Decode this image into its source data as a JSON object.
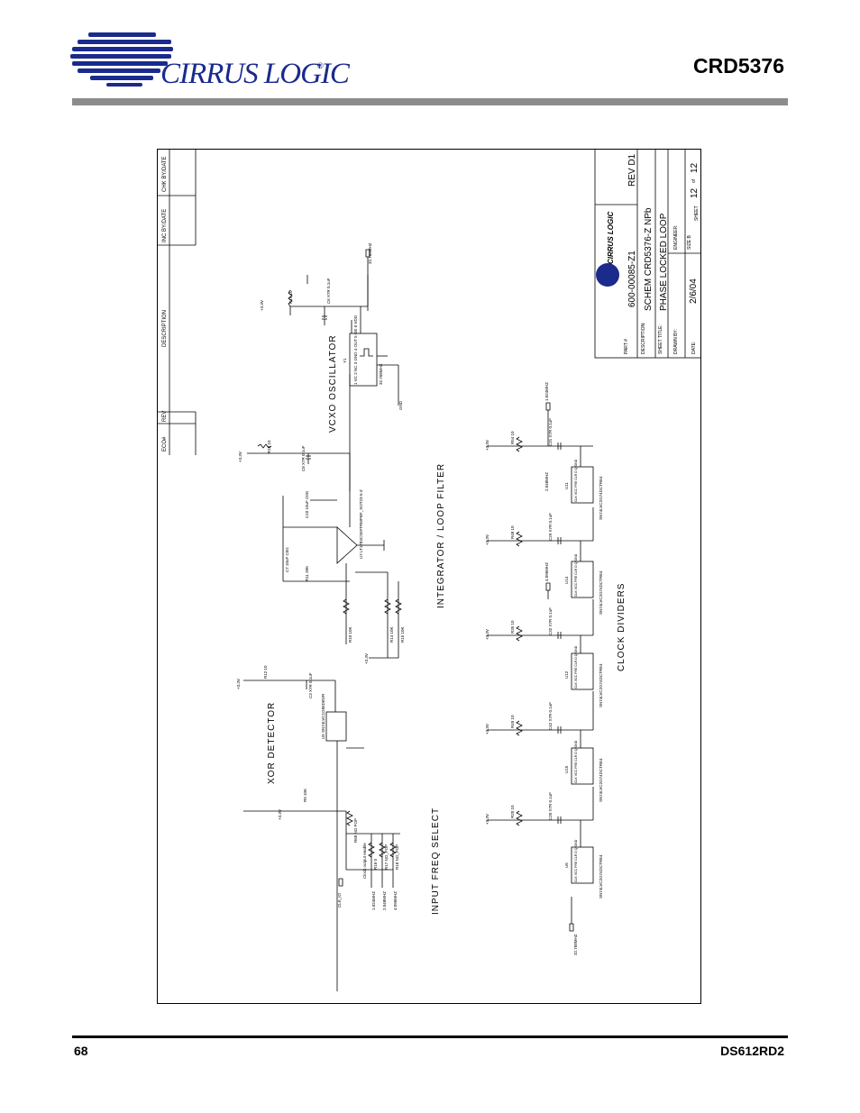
{
  "header": {
    "logo_text": "CIRRUS LOGIC",
    "logo_reg": "®",
    "doc_title": "CRD5376"
  },
  "footer": {
    "page_number": "68",
    "doc_code": "DS612RD2"
  },
  "revision_table": {
    "headers": [
      "ECO#",
      "REV",
      "DESCRIPTION",
      "INC BY/DATE",
      "CHK BY/DATE"
    ]
  },
  "title_block": {
    "logo": "CIRRUS LOGIC",
    "part_label": "PART #",
    "part_value": "600-00085-Z1",
    "rev": "REV D1",
    "description_label": "DESCRIPTION:",
    "description_value": "SCHEM CRD5376-Z NPb",
    "sheet_title_label": "SHEET TITLE:",
    "sheet_title_value": "PHASE LOCKED LOOP",
    "drawn_by_label": "DRAWN BY:",
    "engineer_label": "ENGINEER:",
    "date_label": "DATE:",
    "date_value": "2/6/04",
    "size_label": "SIZE B",
    "sheet_label": "SHEET",
    "sheet_value": "12",
    "of_label": "of",
    "sheet_total": "12"
  },
  "sections": {
    "vcxo": "VCXO OSCILLATOR",
    "integrator": "INTEGRATOR / LOOP FILTER",
    "xor": "XOR DETECTOR",
    "clock_dividers": "CLOCK DIVIDERS",
    "input_freq": "INPUT FREQ SELECT"
  },
  "labels": {
    "v33": "+3.3V",
    "gnd": "GND",
    "osc_out": "32.768MHZ",
    "y1_ref": "Y1",
    "y1_pins": "1 VC  2 NC  3 GND  4 OUT  5 OE  6 VDD",
    "y1_value": "32.768MHZ",
    "r19": "R19 10",
    "c6": "C6 X7R 0.1uF",
    "r13": "R13 10",
    "c8": "C8 X7R 0.1uF",
    "c7": "C7 10uF C0G",
    "c10": "C10 10uF C0G",
    "r11": "R11 39K",
    "u7": "U7 LT1783CS5#TRMPBF_SOT23-5-Z",
    "r10": "R10 10K",
    "r14": "R14 10K",
    "r15": "R15 10K",
    "r12": "R12 10",
    "c3": "C3 X7R 0.1uF",
    "u5": "U5 SN74LVC1G86DBVR",
    "r9": "R9 10K",
    "r68": "R68 NO POP",
    "clock_enable": "Clock output enable",
    "clk_io": "CLK_IO",
    "r16": "R16 0",
    "r17": "R17 NO_POP",
    "r18": "R18 NO_POP",
    "f1": "1.024MHZ",
    "f2": "2.048MHZ",
    "f4": "4.096MHZ",
    "f2b": "2.048MHZ",
    "f4b": "4.096MHZ",
    "f1b": "1.024MHZ",
    "ic_model": "SN74LVC2G74DCTRE4",
    "ic_pins": "CLK VCC PRE CLR D Q GND",
    "r54": "R54 10",
    "c31": "C31 X7R 0.1uF",
    "r48": "R48 10",
    "c29": "C29 X7R 0.1uF",
    "r35": "R35 10",
    "c32": "C32 X7R 0.1uF",
    "r49": "R49 10",
    "c42": "C42 X7R 0.1uF",
    "r20": "R20 10",
    "c20": "C20 X7R 0.1uF",
    "u11": "U11",
    "u14": "U14",
    "u12": "U12",
    "u15": "U15",
    "u6": "U6"
  }
}
